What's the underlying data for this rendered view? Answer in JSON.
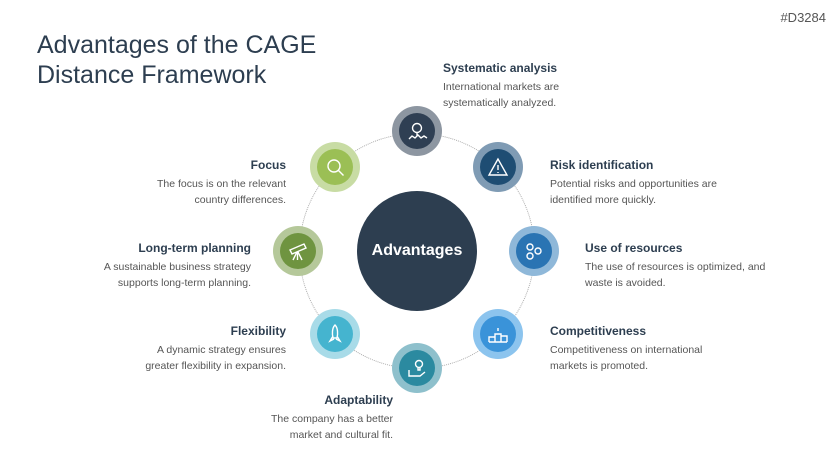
{
  "title": "Advantages of the CAGE Distance Framework",
  "code": "#D3284",
  "center": "Advantages",
  "items": [
    {
      "title": "Systematic analysis",
      "text": "International markets are systematically analyzed.",
      "icon": "magnifier-chart-icon",
      "ring": "#8d96a1",
      "fill": "#2f3f53"
    },
    {
      "title": "Risk identification",
      "text": "Potential risks and opportunities are identified more quickly.",
      "icon": "warning-icon",
      "ring": "#7f9bb4",
      "fill": "#1e4d73"
    },
    {
      "title": "Use of resources",
      "text": "The use of resources is optimized, and waste is avoided.",
      "icon": "gears-icon",
      "ring": "#8fb8d9",
      "fill": "#2a74b3"
    },
    {
      "title": "Competitiveness",
      "text": "Competitiveness on international markets is promoted.",
      "icon": "podium-icon",
      "ring": "#8cc4ee",
      "fill": "#3a93d9"
    },
    {
      "title": "Adaptability",
      "text": "The company has a better market and cultural fit.",
      "icon": "hand-lightbulb-icon",
      "ring": "#8ec0cc",
      "fill": "#2b8aa0"
    },
    {
      "title": "Flexibility",
      "text": "A dynamic strategy ensures greater flexibility in expansion.",
      "icon": "rocket-icon",
      "ring": "#a8dbe8",
      "fill": "#45b4cf"
    },
    {
      "title": "Long-term planning",
      "text": "A sustainable business strategy supports long-term planning.",
      "icon": "telescope-icon",
      "ring": "#b5c89a",
      "fill": "#6f9440"
    },
    {
      "title": "Focus",
      "text": "The focus is on the relevant country differences.",
      "icon": "magnifier-icon",
      "ring": "#c8dca4",
      "fill": "#9bbf55"
    }
  ]
}
